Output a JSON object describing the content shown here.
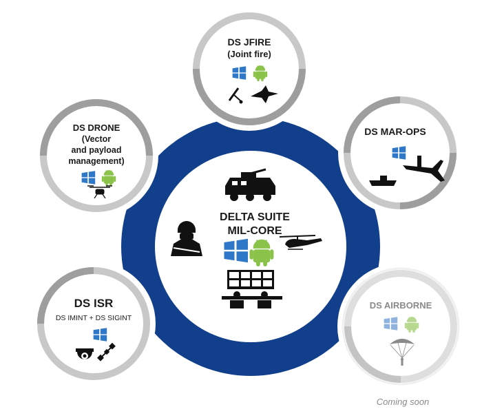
{
  "colors": {
    "core_ring": "#123f8c",
    "module_ring": "#9e9e9e",
    "module_ring_light": "#c8c8c8",
    "windows": "#2f78c8",
    "android": "#8bc34a",
    "soon_text": "#8a8a8a"
  },
  "core": {
    "title_line1": "DELTA SUITE",
    "title_line2": "MIL-CORE",
    "icons": [
      "armored-vehicle-icon",
      "soldier-icon",
      "windows-icon",
      "android-icon",
      "helicopter-icon",
      "control-room-icon"
    ]
  },
  "modules": {
    "jfire": {
      "title": "DS JFIRE",
      "subtitle": "(Joint fire)",
      "icons": [
        "windows-icon",
        "android-icon",
        "mortar-icon",
        "fighter-jet-icon"
      ]
    },
    "drone": {
      "title": "DS DRONE",
      "subtitle_line1": "(Vector",
      "subtitle_line2": "and payload",
      "subtitle_line3": "management)",
      "icons": [
        "windows-icon",
        "android-icon",
        "drone-icon"
      ]
    },
    "marops": {
      "title": "DS MAR-OPS",
      "icons": [
        "windows-icon",
        "boat-icon",
        "patrol-aircraft-icon"
      ]
    },
    "isr": {
      "title": "DS ISR",
      "subtitle": "DS IMINT + DS SIGINT",
      "icons": [
        "windows-icon",
        "dome-camera-icon",
        "satellite-icon"
      ]
    },
    "airborne": {
      "title": "DS AIRBORNE",
      "status": "Coming soon",
      "icons": [
        "windows-icon",
        "android-icon",
        "parachute-icon"
      ]
    }
  }
}
